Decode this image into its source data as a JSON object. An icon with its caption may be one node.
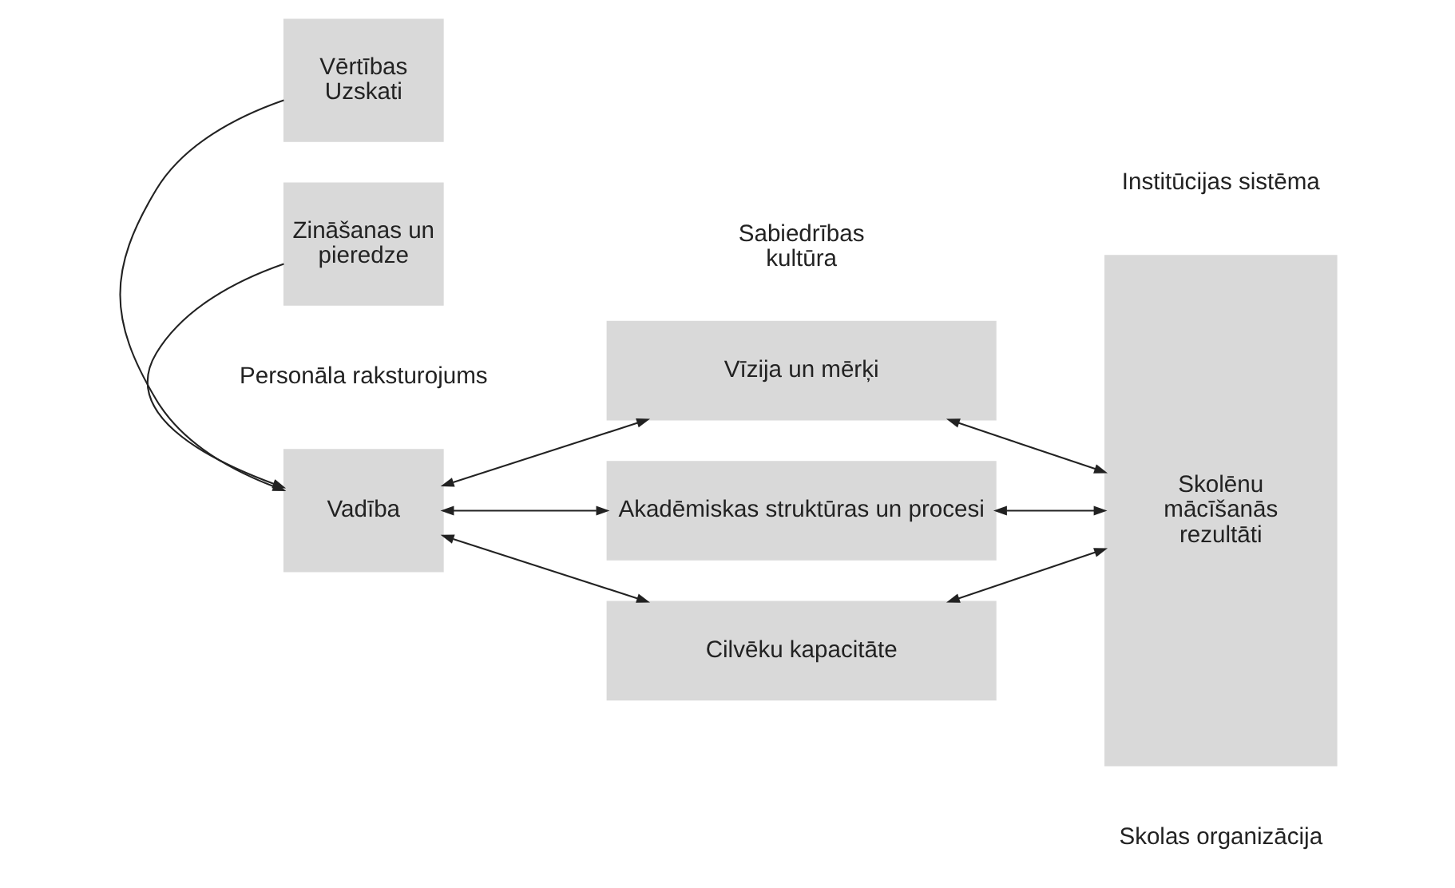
{
  "diagram": {
    "nodes": [
      {
        "text": [
          "Vērtības Uzskati"
        ]
      },
      {
        "text": [
          "Vadība"
        ]
      },
      {
        "text": [
          "Zināšanas un pieredze"
        ]
      },
      {
        "text": [
          "Vīzija un mērķi"
        ]
      },
      {
        "text": [
          "Akadēmiskas struktūras un procesi"
        ]
      },
      {
        "text": [
          "Cilvēku kapacitāte"
        ]
      },
      {
        "text": [
          "Skolēnu mācīšanās rezultāti"
        ]
      }
    ],
    "edges": [
      {
        "from": 0,
        "to": 1,
        "arrow": "to"
      },
      {
        "from": 2,
        "to": 1,
        "arrow": "to"
      },
      {
        "from": 1,
        "to": 3,
        "arrow": "both"
      },
      {
        "from": 1,
        "to": 4,
        "arrow": "both"
      },
      {
        "from": 1,
        "to": 5,
        "arrow": "both"
      },
      {
        "from": 3,
        "to": 6,
        "arrow": "both"
      },
      {
        "from": 4,
        "to": 6,
        "arrow": "both"
      },
      {
        "from": 5,
        "to": 6,
        "arrow": "both"
      }
    ],
    "labels": [
      "Sabiedrības kultūra",
      "Institūcijas sistēma",
      "Personāla raksturojums",
      "Skolas organizācija"
    ]
  }
}
